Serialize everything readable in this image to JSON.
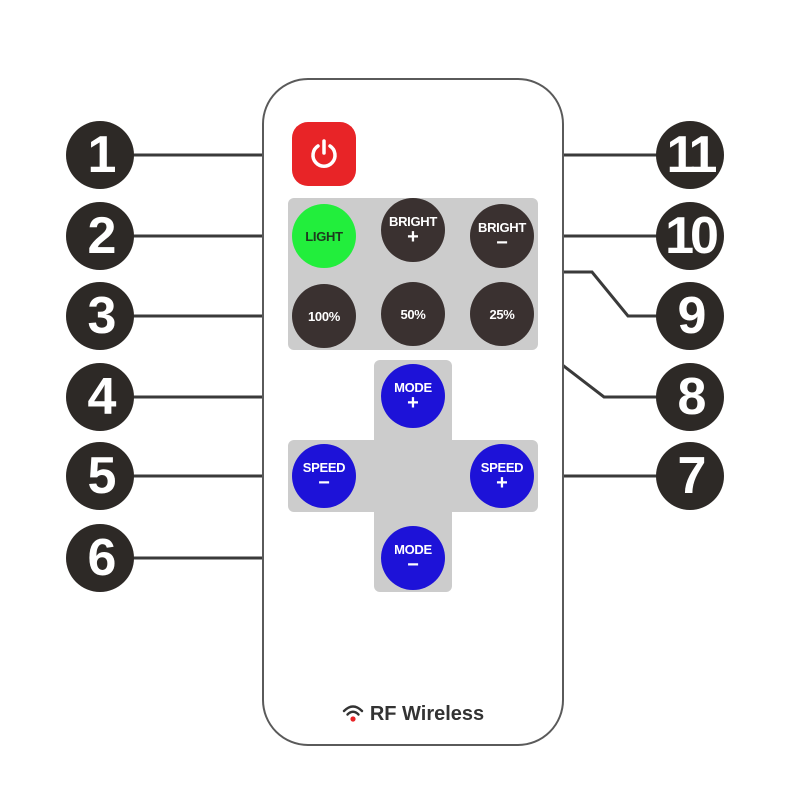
{
  "callouts": [
    "1",
    "2",
    "3",
    "4",
    "5",
    "6",
    "7",
    "8",
    "9",
    "10",
    "11"
  ],
  "buttons": {
    "light": {
      "label": "LIGHT"
    },
    "bright_plus": {
      "label": "BRIGHT",
      "sign": "+"
    },
    "bright_minus": {
      "label": "BRIGHT",
      "sign": "−"
    },
    "p100": {
      "label": "100%"
    },
    "p50": {
      "label": "50%"
    },
    "p25": {
      "label": "25%"
    },
    "mode_plus": {
      "label": "MODE",
      "sign": "+"
    },
    "mode_minus": {
      "label": "MODE",
      "sign": "−"
    },
    "speed_minus": {
      "label": "SPEED",
      "sign": "−"
    },
    "speed_plus": {
      "label": "SPEED",
      "sign": "+"
    }
  },
  "footer": {
    "text": "RF Wireless"
  },
  "colors": {
    "power": "#e82427",
    "light": "#22ee3c",
    "dark_button": "#3a3130",
    "blue_button": "#1d12d8",
    "panel": "#cccccc",
    "callout": "#2d2926"
  },
  "icons": {
    "power": "power-icon",
    "wireless": "wireless-signal-icon"
  }
}
